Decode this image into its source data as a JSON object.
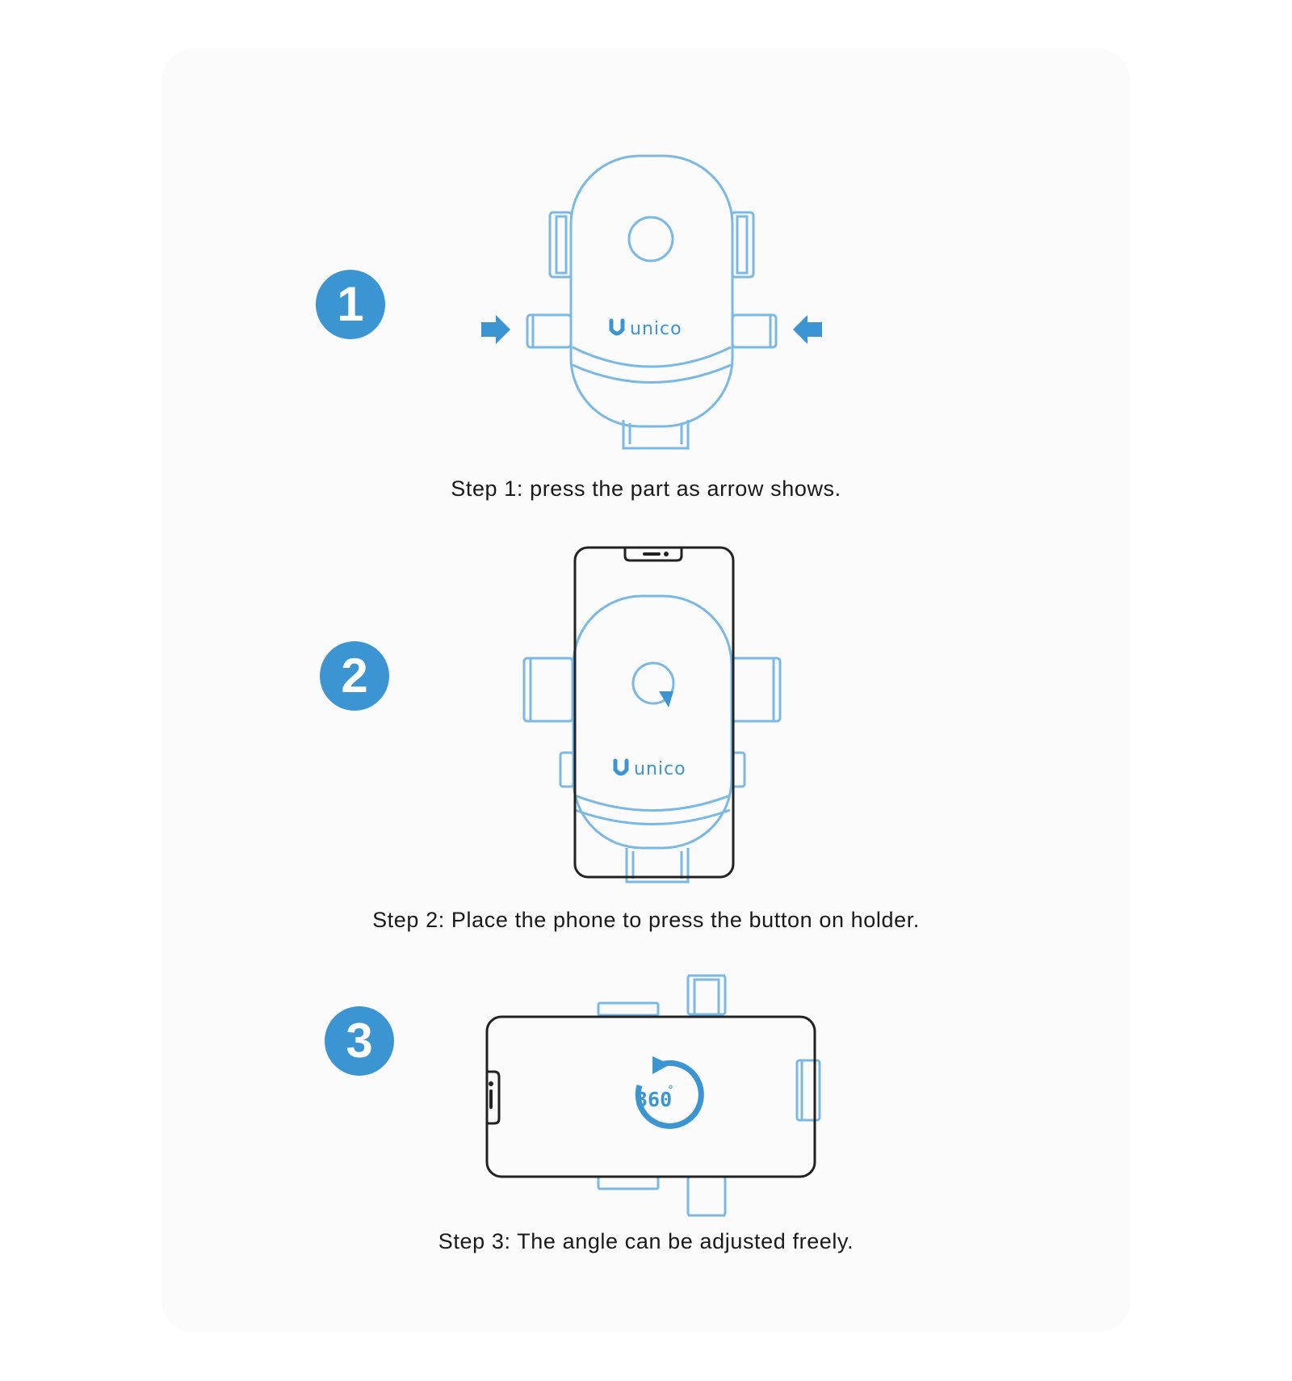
{
  "steps": [
    {
      "number": "1",
      "caption": "Step 1: press the part as arrow shows."
    },
    {
      "number": "2",
      "caption": "Step 2: Place the phone to press the button on holder."
    },
    {
      "number": "3",
      "caption": "Step 3: The angle can be adjusted freely."
    }
  ],
  "brand": "unico",
  "rotation_label": "360",
  "rotation_unit": "°",
  "colors": {
    "accent": "#3b95d3",
    "line": "#7ab8e6",
    "phone_outline": "#222222"
  },
  "icons": [
    "arrow-right-icon",
    "arrow-left-icon",
    "rotate-360-icon",
    "unico-logo-icon"
  ]
}
